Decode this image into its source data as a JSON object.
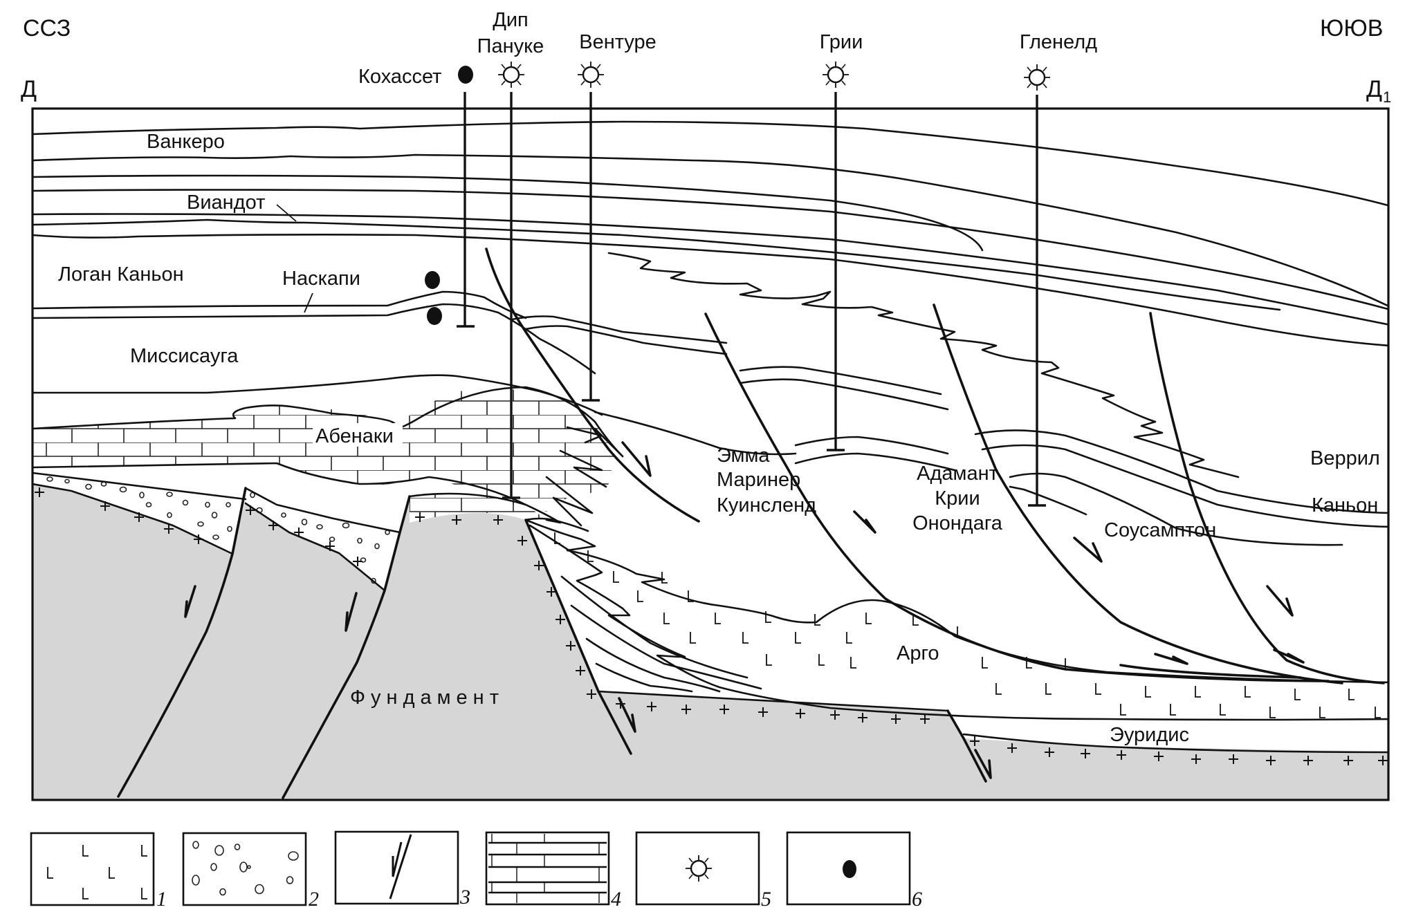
{
  "diagram": {
    "directions": {
      "left": "ССЗ",
      "right": "ЮЮВ"
    },
    "profile_ends": {
      "left": "Д",
      "right": "Д",
      "right_subscript": "1"
    },
    "wells": [
      {
        "name": "Кохассет",
        "symbol": "oil-well-icon"
      },
      {
        "name_line1": "Дип",
        "name_line2": "Пануке",
        "symbol": "gas-well-icon"
      },
      {
        "name": "Вентуре",
        "symbol": "gas-well-icon"
      },
      {
        "name": "Грии",
        "symbol": "gas-well-icon"
      },
      {
        "name": "Гленелд",
        "symbol": "gas-well-icon"
      }
    ],
    "formations": {
      "vankero": "Ванкеро",
      "viandot": "Виандот",
      "logan_kanyon": "Логан Каньон",
      "naskapi": "Наскапи",
      "missisauga": "Миссисауга",
      "abenaki": "Абенаки",
      "verril": "Веррил",
      "kanyon": "Каньон",
      "sousampton": "Соусамптон",
      "argo": "Арго",
      "euridis": "Эуридис",
      "fundament": "Фундамент"
    },
    "field_groups": {
      "group1": [
        "Эмма",
        "Маринер",
        "Куинсленд"
      ],
      "group2": [
        "Адамант",
        "Крии",
        "Онондага"
      ]
    },
    "colors": {
      "basement": "#d6d6d6",
      "line": "#111111",
      "background": "#ffffff"
    }
  },
  "legend": [
    {
      "number": "1",
      "pattern": "salt-pattern-icon"
    },
    {
      "number": "2",
      "pattern": "conglomerate-pattern-icon"
    },
    {
      "number": "3",
      "pattern": "fault-icon"
    },
    {
      "number": "4",
      "pattern": "limestone-pattern-icon"
    },
    {
      "number": "5",
      "pattern": "gas-well-icon"
    },
    {
      "number": "6",
      "pattern": "oil-well-icon"
    }
  ]
}
